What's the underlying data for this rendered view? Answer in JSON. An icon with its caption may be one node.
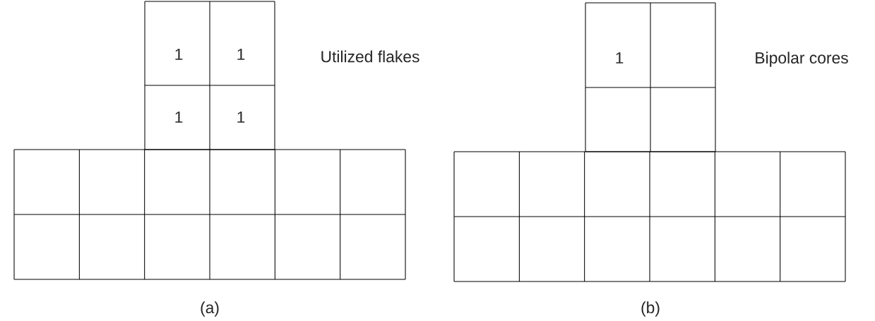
{
  "diagram": {
    "labels": [
      "1",
      "1",
      "Utilized flakes",
      "1",
      "1",
      "(a)",
      "1",
      "Bipolar cores",
      "(b)"
    ]
  }
}
